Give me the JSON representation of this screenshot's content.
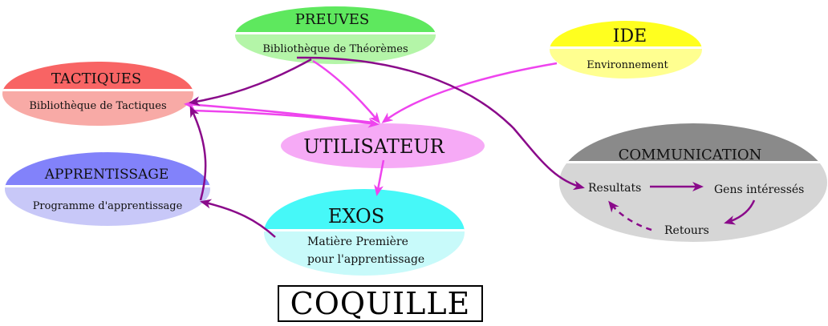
{
  "diagram": {
    "title": "COQUILLE",
    "nodes": {
      "preuves": {
        "title": "PREUVES",
        "subtitle": "Bibliothèque de Théorèmes",
        "top_color": "#5ee85e",
        "bottom_color": "#b4f5a8"
      },
      "ide": {
        "title": "IDE",
        "subtitle": "Environnement",
        "top_color": "#ffff1f",
        "bottom_color": "#ffff90"
      },
      "tactiques": {
        "title": "TACTIQUES",
        "subtitle": "Bibliothèque de Tactiques",
        "top_color": "#f86464",
        "bottom_color": "#f8aaa6"
      },
      "utilisateur": {
        "title": "UTILISATEUR",
        "color": "#f6aaf6"
      },
      "apprentissage": {
        "title": "APPRENTISSAGE",
        "subtitle": "Programme d'apprentissage",
        "top_color": "#8282fa",
        "bottom_color": "#c8c8f8"
      },
      "exos": {
        "title": "EXOS",
        "subtitle_line1": "Matière Première",
        "subtitle_line2": "pour l'apprentissage",
        "top_color": "#46f8f8",
        "bottom_color": "#c8fafa"
      },
      "communication": {
        "title": "COMMUNICATION",
        "top_color": "#8a8a8a",
        "bottom_color": "#d6d6d6",
        "items": {
          "resultats": "Resultats",
          "gens": "Gens intéressés",
          "retours": "Retours"
        }
      }
    },
    "colors": {
      "arrow_magenta": "#ee44ee",
      "arrow_purple": "#8a0a8a"
    }
  }
}
